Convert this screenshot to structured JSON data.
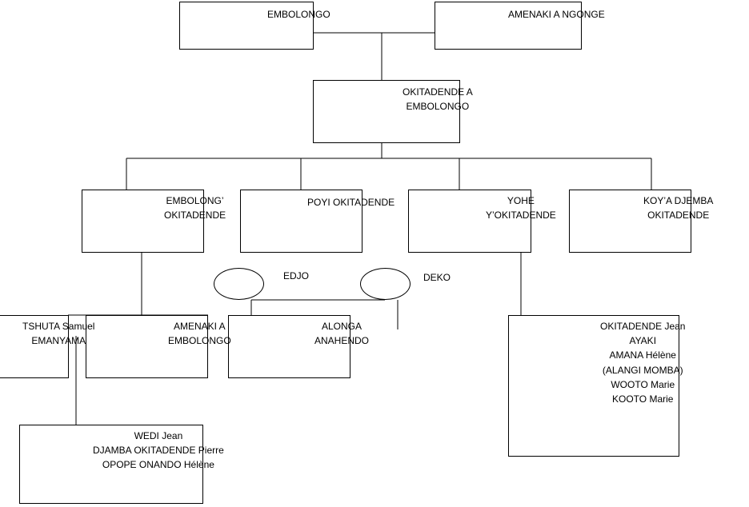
{
  "root": {
    "father": "EMBOLONGO",
    "mother": "AMENAKI A  NGONGE"
  },
  "child": {
    "line1": "OKITADENDE A",
    "line2": "EMBOLONGO"
  },
  "grandchildren": {
    "g1": {
      "line1": "EMBOLONG’",
      "line2": "OKITADENDE"
    },
    "g2": {
      "line1": "POYI  OKITADENDE"
    },
    "g3": {
      "line1": "YOHE",
      "line2": "Y’OKITADENDE"
    },
    "g4": {
      "line1": "KOY’A   DJEMBA",
      "line2": "OKITADENDE"
    }
  },
  "spouses": {
    "edjo": "EDJO",
    "deko": "DEKO"
  },
  "greatgrandchildren": {
    "tshuta": {
      "line1": "TSHUTA Samuel",
      "line2": "EMANYAMA"
    },
    "amenaki": {
      "line1": "AMENAKI  A",
      "line2": "EMBOLONGO"
    },
    "alonga": {
      "line1": "ALONGA",
      "line2": "ANAHENDO"
    },
    "okitadende_list": [
      "OKITADENDE Jean",
      "AYAKI",
      "AMANA  Hélène",
      "(ALANGI MOMBA)",
      "WOOTO Marie",
      "KOOTO Marie"
    ]
  },
  "descendants": {
    "wedi_list": [
      "WEDI Jean",
      "DJAMBA OKITADENDE Pierre",
      "OPOPE  ONANDO Hélène"
    ]
  }
}
